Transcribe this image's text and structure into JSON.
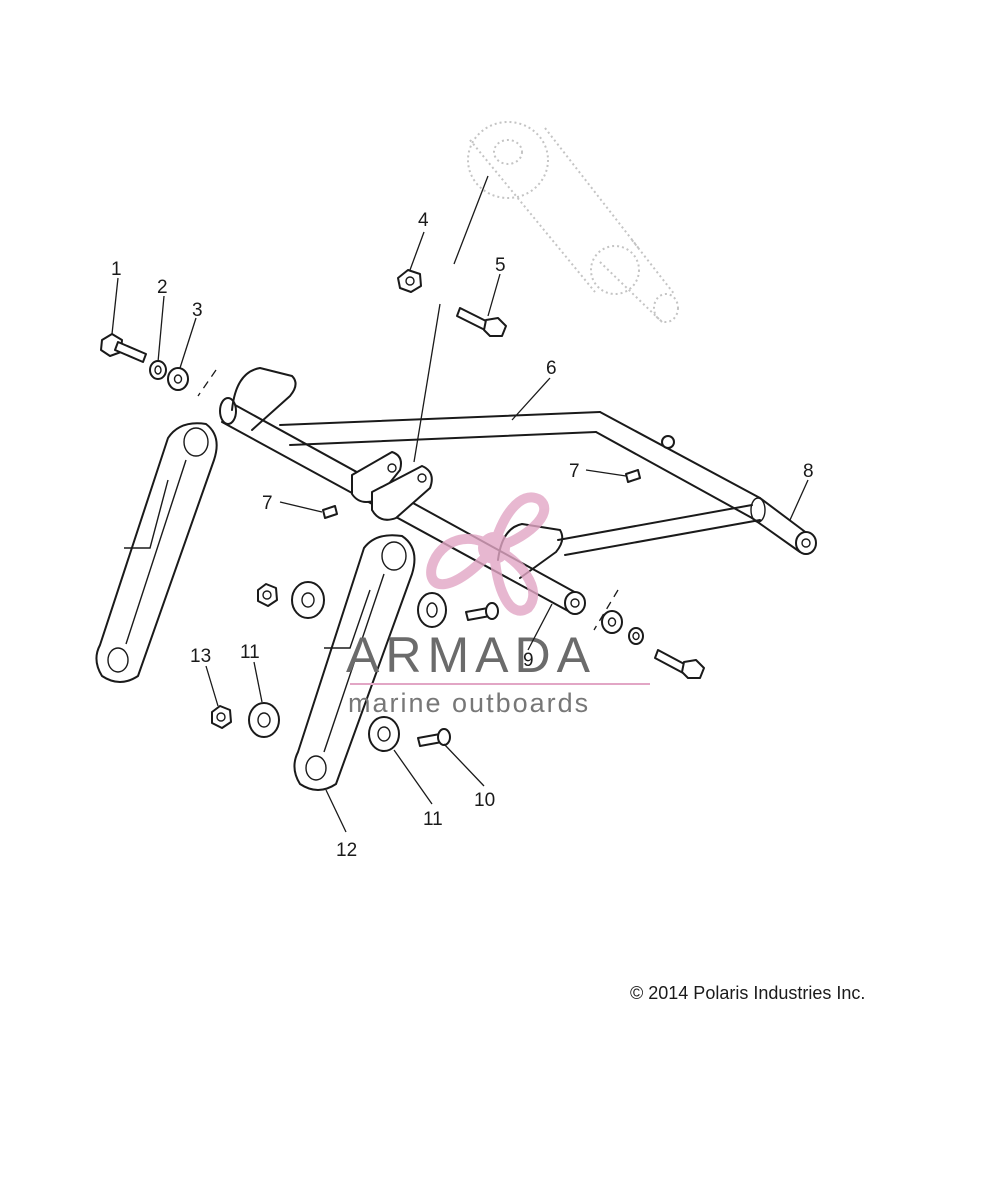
{
  "callouts": {
    "c1": "1",
    "c2": "2",
    "c3": "3",
    "c4": "4",
    "c5": "5",
    "c6": "6",
    "c7a": "7",
    "c7b": "7",
    "c8": "8",
    "c9": "9",
    "c10": "10",
    "c11a": "11",
    "c11b": "11",
    "c12": "12",
    "c13": "13"
  },
  "watermark": {
    "brand": "ARMADA",
    "tagline": "marine outboards",
    "brand_color": "#e2a6c5",
    "text_color": "#6b6b6b"
  },
  "footer": {
    "copyright": "© 2014 Polaris Industries Inc."
  }
}
